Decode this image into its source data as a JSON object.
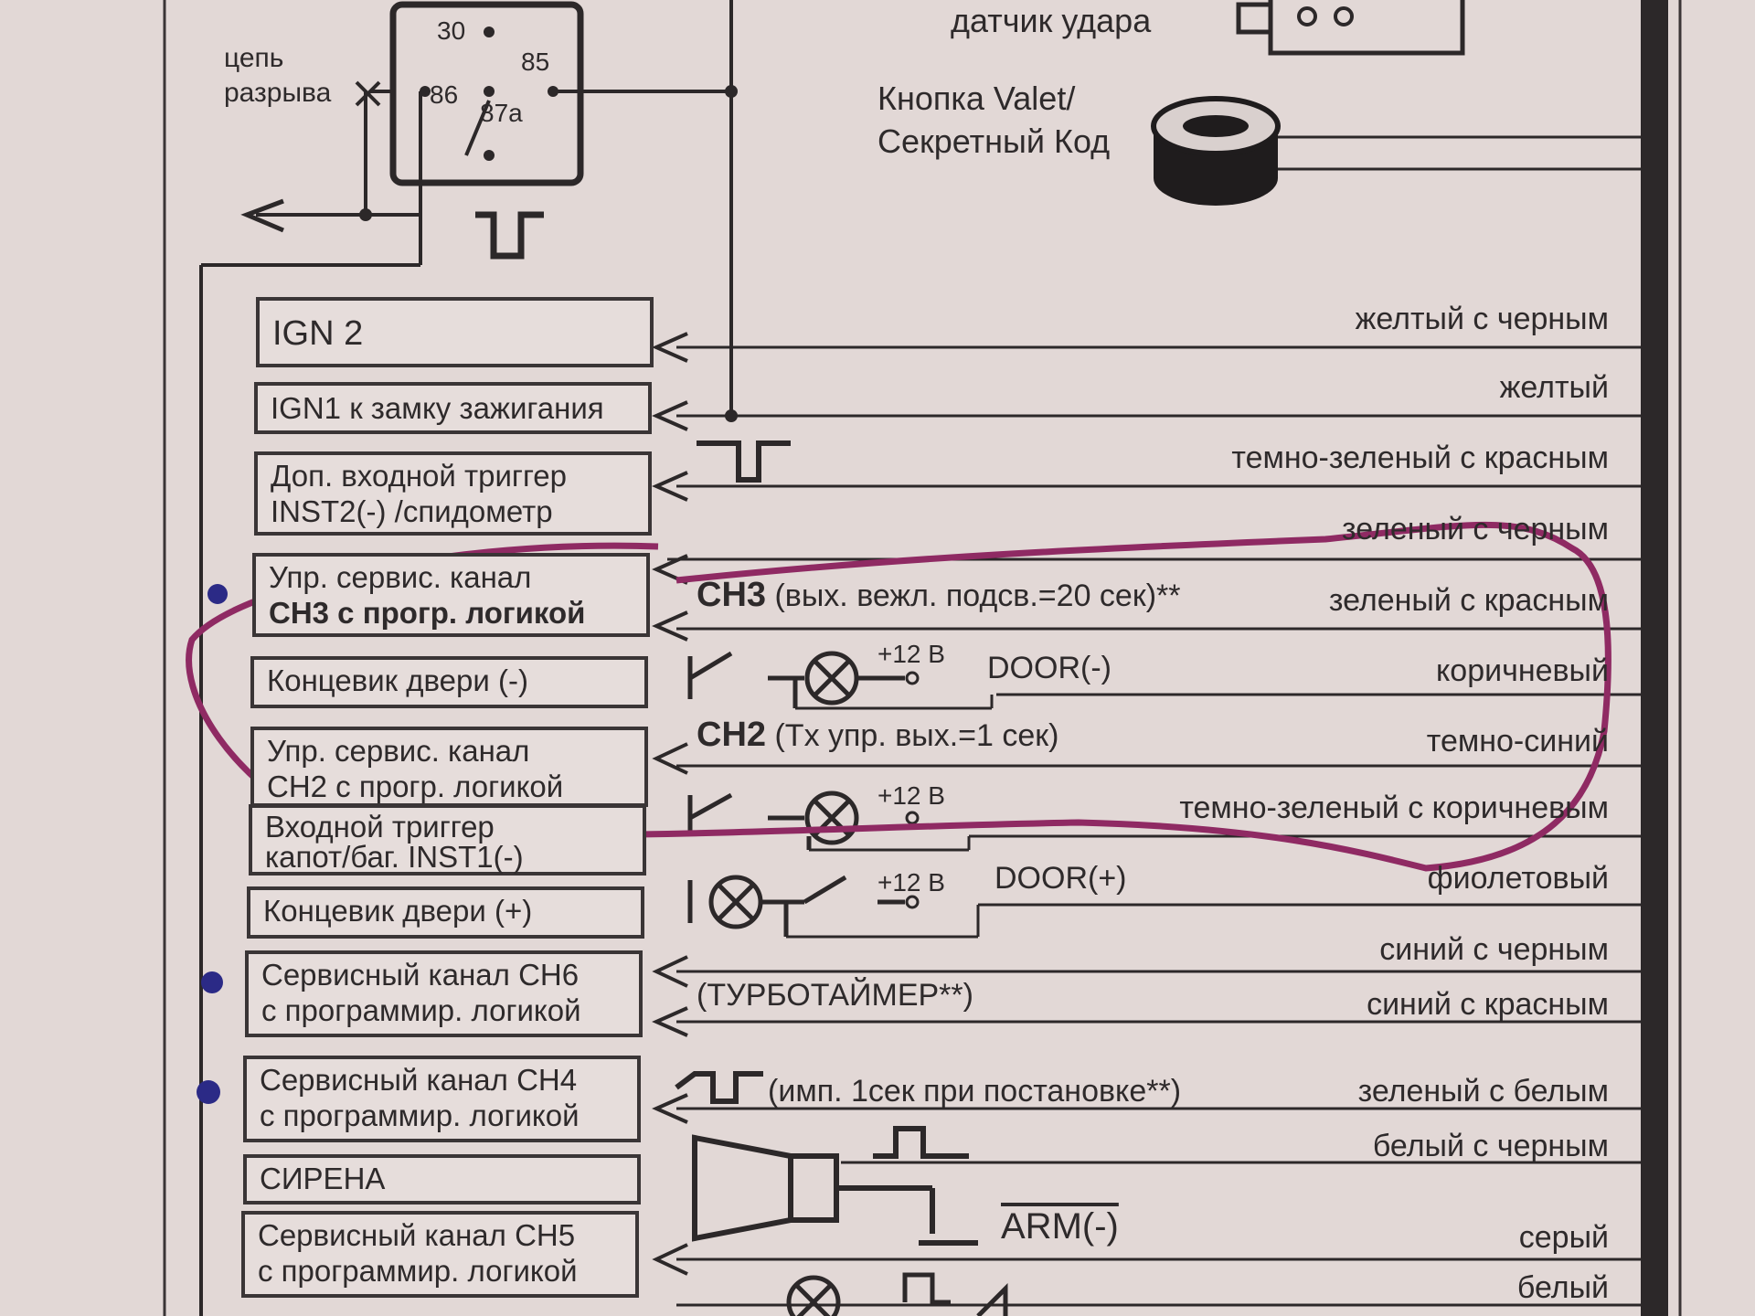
{
  "relay": {
    "pin30": "30",
    "pin85": "85",
    "pin86": "86",
    "pin87a": "87a"
  },
  "break_circuit": {
    "line1": "цепь",
    "line2": "разрыва"
  },
  "shock_sensor": "датчик удара",
  "valet": {
    "line1": "Кнопка Valet/",
    "line2": "Секретный Код"
  },
  "boxes": [
    {
      "line1": "IGN 2",
      "line2": ""
    },
    {
      "line1": "IGN1 к замку зажигания",
      "line2": ""
    },
    {
      "line1": "Доп. входной триггер",
      "line2": "INST2(-) /спидометр"
    },
    {
      "line1": "Упр. сервис. канал",
      "line2": "CH3 с прогр. логикой"
    },
    {
      "line1": "Концевик двери (-)",
      "line2": ""
    },
    {
      "line1": "Упр. сервис. канал",
      "line2": "CH2 с прогр. логикой"
    },
    {
      "line1": "Входной триггер",
      "line2": "капот/баг. INST1(-)"
    },
    {
      "line1": "Концевик двери (+)",
      "line2": ""
    },
    {
      "line1": "Сервисный канал CH6",
      "line2": "с программир. логикой"
    },
    {
      "line1": "Сервисный канал CH4",
      "line2": "с программир. логикой"
    },
    {
      "line1": "СИРЕНА",
      "line2": ""
    },
    {
      "line1": "Сервисный канал CH5",
      "line2": "с программир. логикой"
    }
  ],
  "wire_colors": [
    "желтый с черным",
    "желтый",
    "темно-зеленый с красным",
    "зеленый с черным",
    "зеленый с красным",
    "коричневый",
    "темно-синий",
    "темно-зеленый с коричневым",
    "фиолетовый",
    "синий с черным",
    "синий с красным",
    "зеленый с белым",
    "белый с черным",
    "серый",
    "белый"
  ],
  "signals": {
    "ch3": "CH3",
    "ch3_note": "(вых. вежл. подсв.=20 сек)**",
    "door_minus": "DOOR(-)",
    "ch2": "CH2",
    "ch2_note": "(Tx упр. вых.=1 сек)",
    "door_plus": "DOOR(+)",
    "turbo": "(ТУРБОТАЙМЕР**)",
    "ch4_note": "(имп. 1сек при постановке**)",
    "arm": "ARM(-)",
    "plus12_a": "+12 В",
    "plus12_b": "+12 В",
    "plus12_c": "+12 В"
  },
  "colors": {
    "annotation": "#8f2a63",
    "ink": "#2e2a2b",
    "dot": "#2b2a86"
  }
}
